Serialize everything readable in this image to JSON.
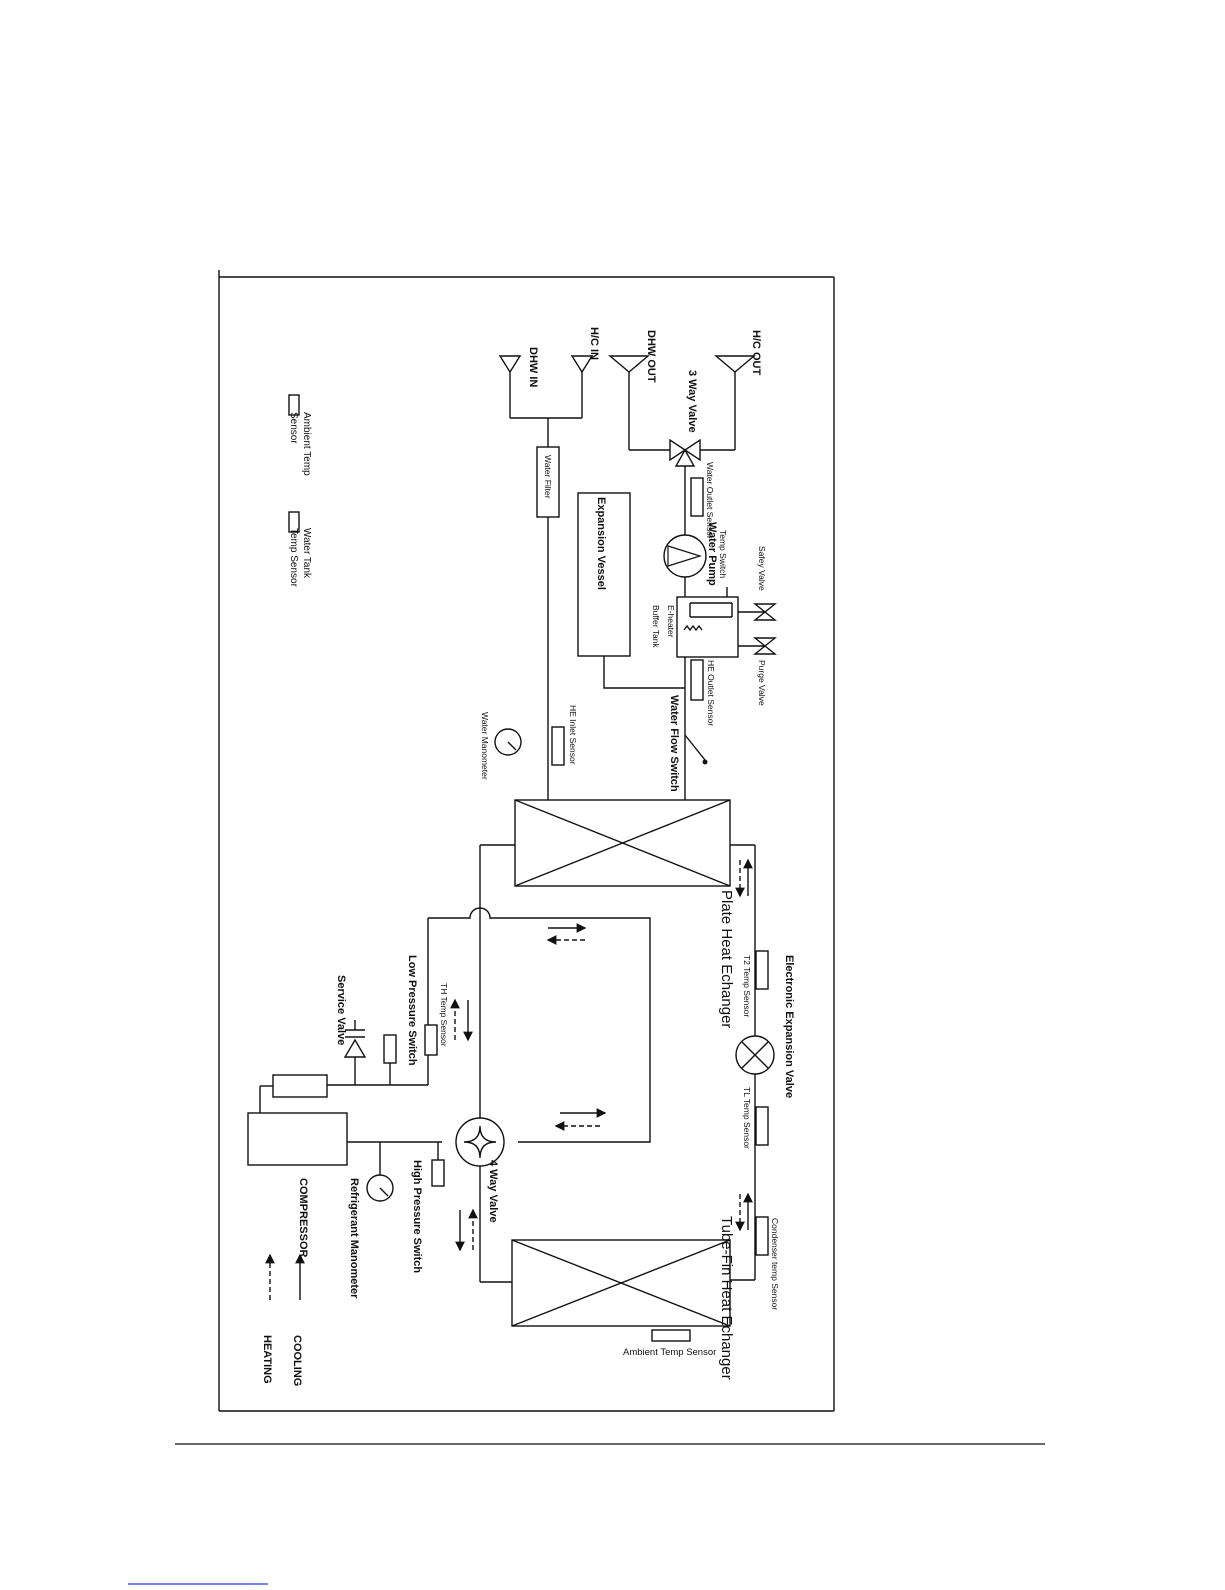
{
  "diagram": {
    "labels": {
      "hc_out": "H/C OUT",
      "dhw_out": "DHW OUT",
      "hc_in": "H/C IN",
      "dhw_in": "DHW IN",
      "three_way_valve": "3 Way Valve",
      "water_outlet_sensor": "Water Outlet Sensor",
      "temp_switch": "Temp Switch",
      "water_pump": "Water Pump",
      "expansion_vessel": "Expansion Vessel",
      "water_filter": "Water Filter",
      "safety_valve": "Safey Valve",
      "purge_valve": "Purge Valve",
      "e_heater": "E-heater",
      "buffer_tank": "Buffer Tank",
      "he_outlet_sensor": "HE Outlet Sensor",
      "water_flow_switch": "Water Flow Switch",
      "he_inlet_sensor": "HE Inlet Sensor",
      "water_manometer": "Water Manometer",
      "plate_heat_exchanger": "Plate Heat Echanger",
      "t2_temp_sensor": "T2 Temp Sensor",
      "electronic_expansion_valve": "Electronic Expansion Valve",
      "tl_temp_sensor": "TL Temp Sensor",
      "condenser_temp_sensor": "Condenser temp Sensor",
      "tube_fin_heat_exchanger": "Tube-Fin Heat Echanger",
      "ambient_temp_sensor_unit": "Ambient Temp Sensor",
      "four_way_valve": "4 Way Valve",
      "high_pressure_switch": "High Pressure Switch",
      "refrigerant_manometer": "Refrigerant Manometer",
      "compressor": "COMPRESSOR",
      "low_pressure_switch": "Low Pressure Switch",
      "service_valve": "Service Valve",
      "th_temp_sensor": "TH Temp Sensor",
      "legend_ambient_line1": "Ambient Temp",
      "legend_ambient_line2": "Sensor",
      "legend_tank_line1": "Water Tank",
      "legend_tank_line2": "Temp Sensor",
      "legend_cooling": "COOLING",
      "legend_heating": "HEATING"
    }
  }
}
